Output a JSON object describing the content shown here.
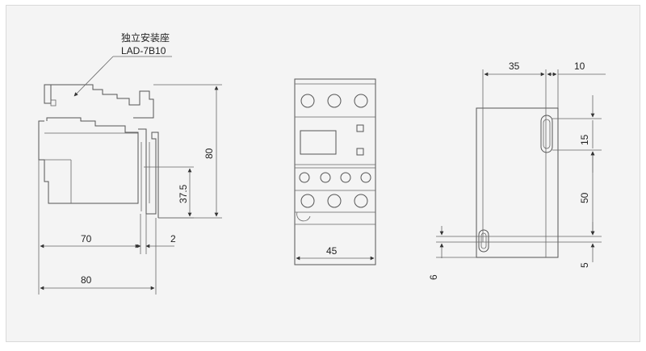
{
  "callout": {
    "line1": "独立安装座",
    "line2": "LAD-7B10"
  },
  "side_view": {
    "height_dim": "80",
    "rail_dim": "37.5",
    "width_dim_70": "70",
    "gap_dim_2": "2",
    "width_dim_80": "80"
  },
  "front_view": {
    "width_dim": "45"
  },
  "bracket_view": {
    "dim_35": "35",
    "dim_10": "10",
    "dim_15": "15",
    "dim_50": "50",
    "dim_5": "5",
    "dim_6": "6"
  },
  "colors": {
    "line": "#555555",
    "text": "#222222",
    "panel": "#f4f4f4"
  }
}
